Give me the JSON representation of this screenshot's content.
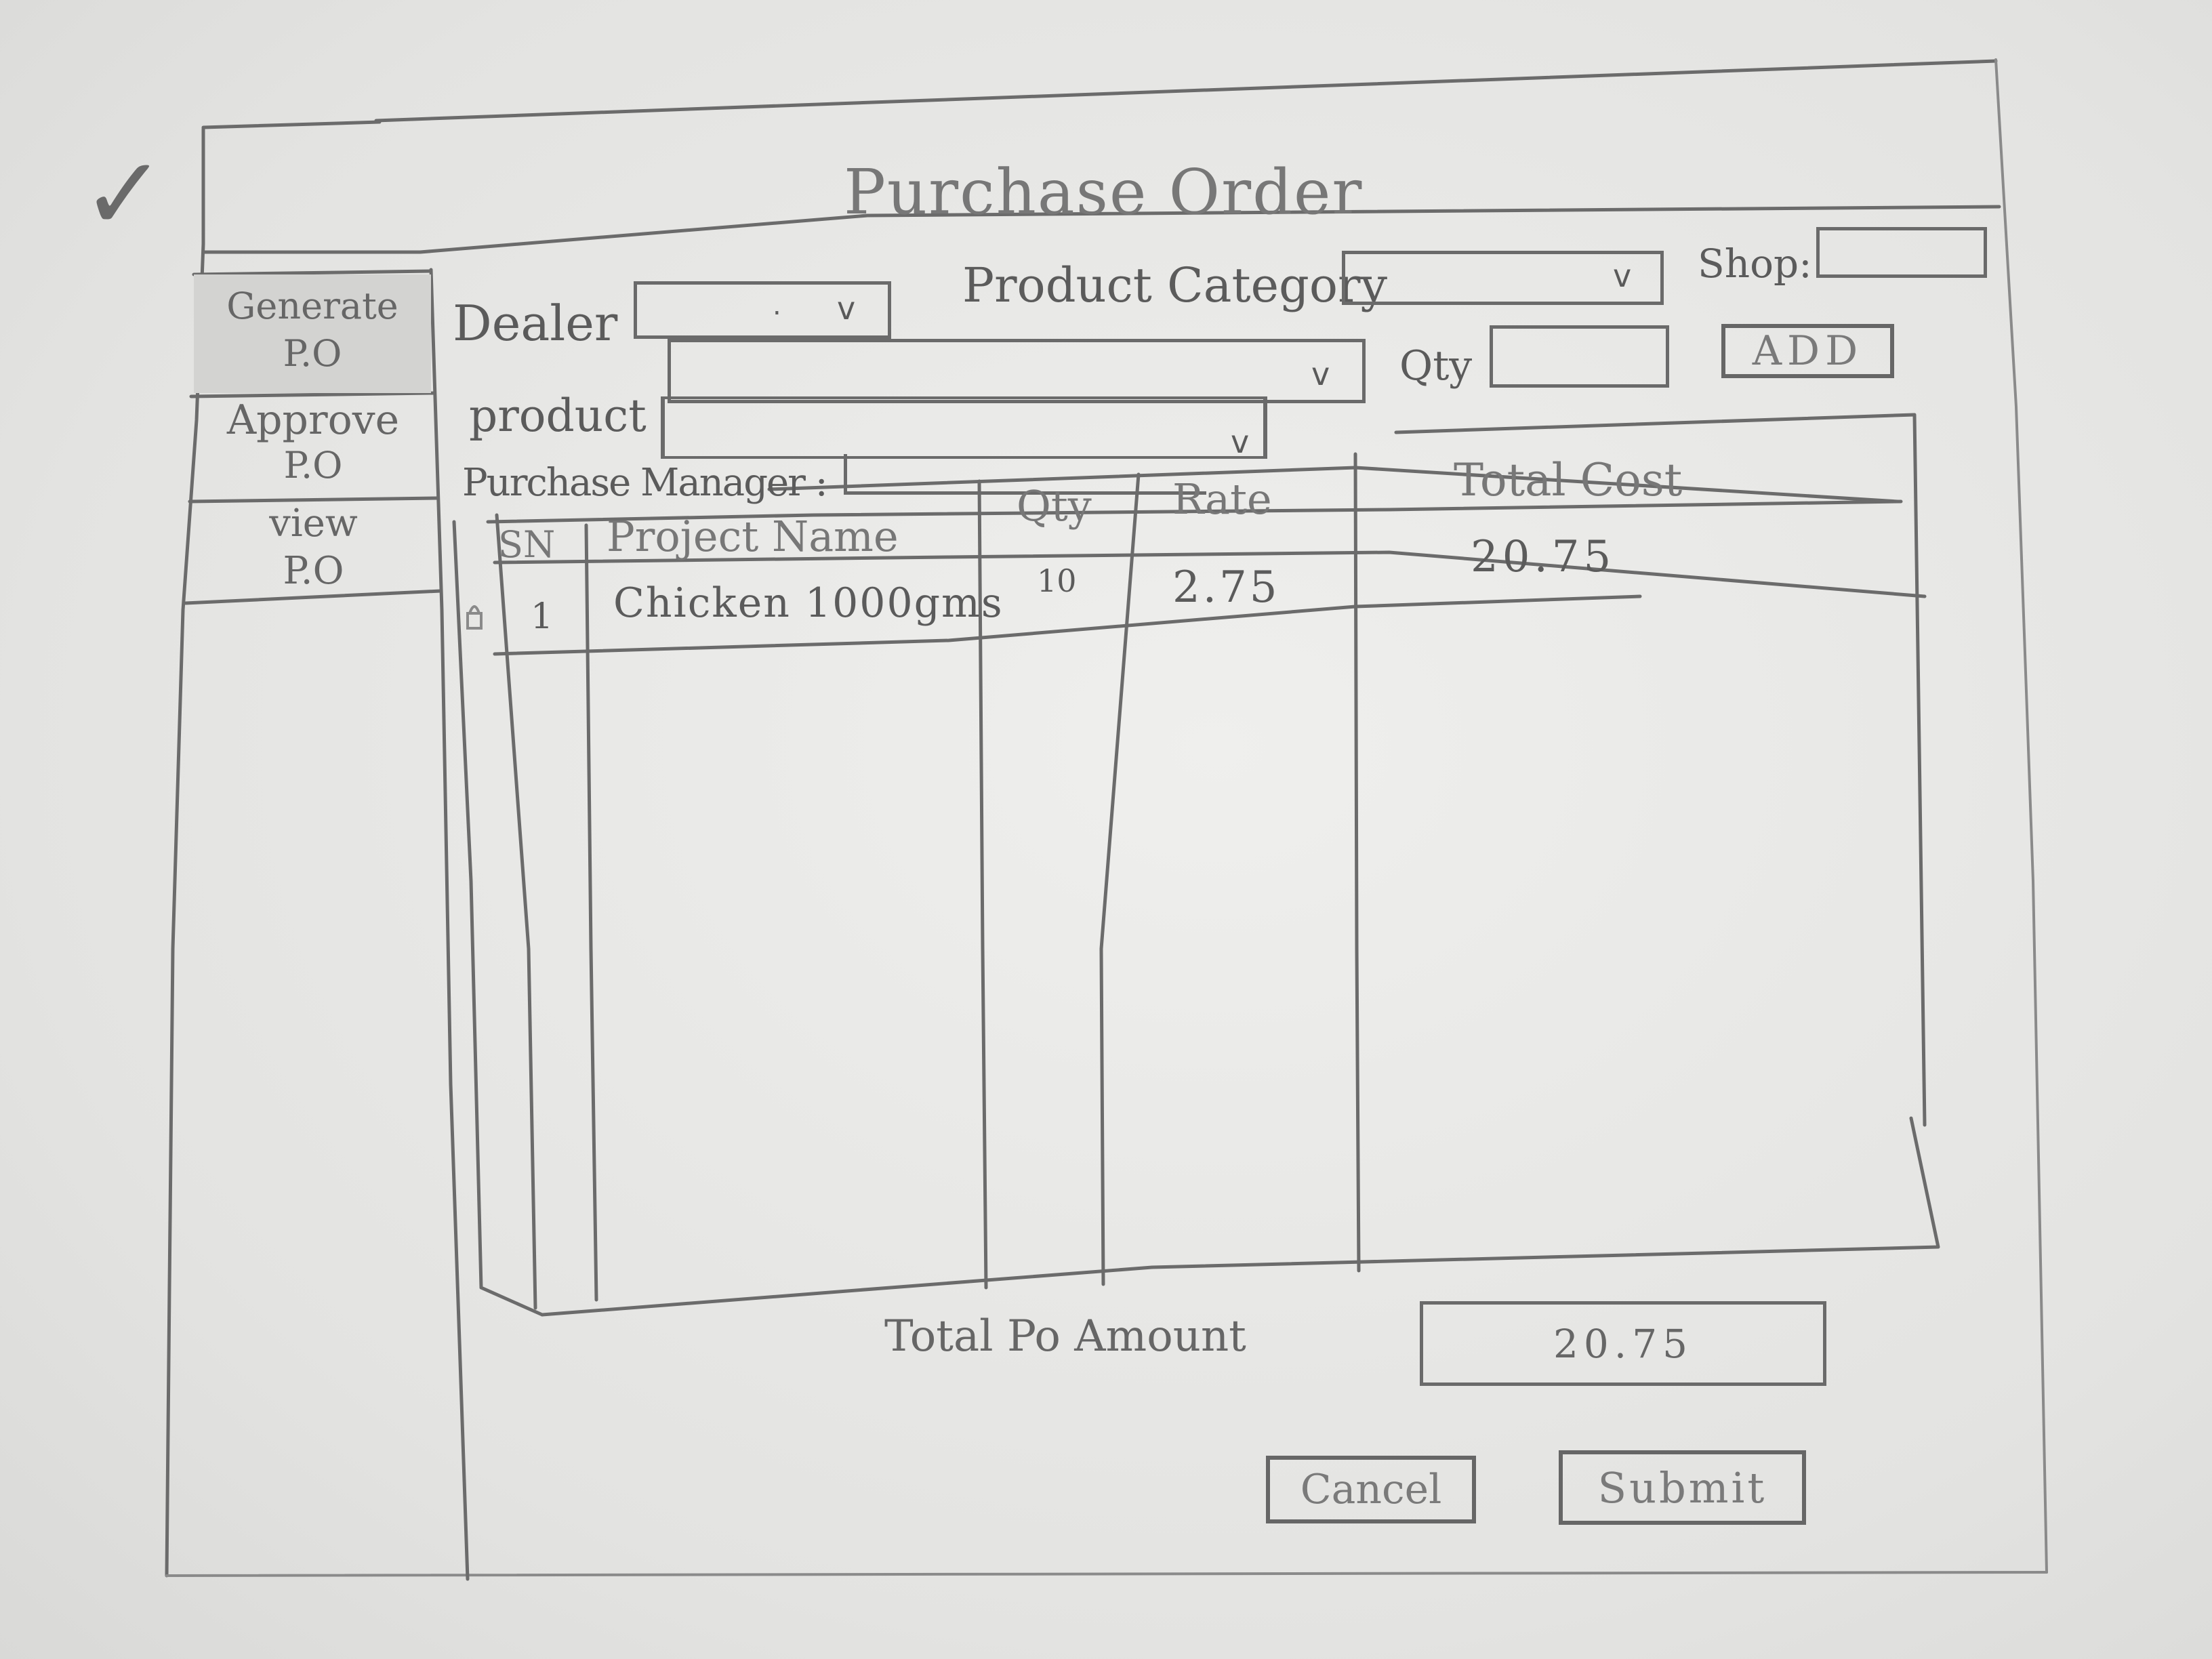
{
  "title": "Purchase Order",
  "sidebar": {
    "items": [
      {
        "line1": "Generate",
        "line2": "P.O"
      },
      {
        "line1": "Approve",
        "line2": "P.O"
      },
      {
        "line1": "view",
        "line2": "P.O"
      }
    ]
  },
  "form": {
    "dealer_label": "Dealer",
    "dealer_value": ".",
    "product_category_label": "Product Category",
    "shop_label": "Shop:",
    "qty_label": "Qty",
    "add_label": "ADD",
    "product_label": "product",
    "purchase_manager_label": "Purchase Manager :",
    "dropdown_glyph": "v"
  },
  "table": {
    "columns": [
      "SN",
      "Project Name",
      "Qty",
      "Rate",
      "Total Cost"
    ],
    "rows": [
      {
        "sn": "1",
        "name": "Chicken 1000gms",
        "qty": "10",
        "rate": "2.75",
        "total": "20.75"
      }
    ]
  },
  "footer": {
    "total_label": "Total Po Amount",
    "total_value": "20.75",
    "cancel_label": "Cancel",
    "submit_label": "Submit"
  },
  "check_mark": "✓"
}
